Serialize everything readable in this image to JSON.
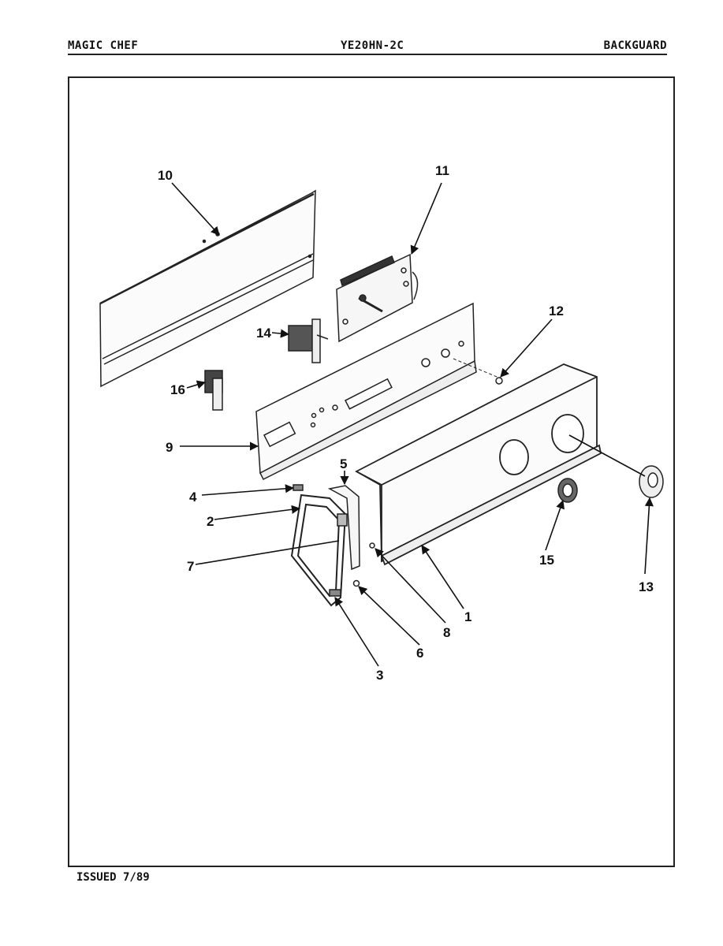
{
  "header": {
    "brand": "MAGIC CHEF",
    "model": "YE20HN-2C",
    "section": "BACKGUARD"
  },
  "footer": {
    "issued": "ISSUED 7/89"
  },
  "callouts": {
    "c1": "1",
    "c2": "2",
    "c3": "3",
    "c4": "4",
    "c5": "5",
    "c6": "6",
    "c7": "7",
    "c8": "8",
    "c9": "9",
    "c10": "10",
    "c11": "11",
    "c12": "12",
    "c13": "13",
    "c14": "14",
    "c15": "15",
    "c16": "16"
  }
}
